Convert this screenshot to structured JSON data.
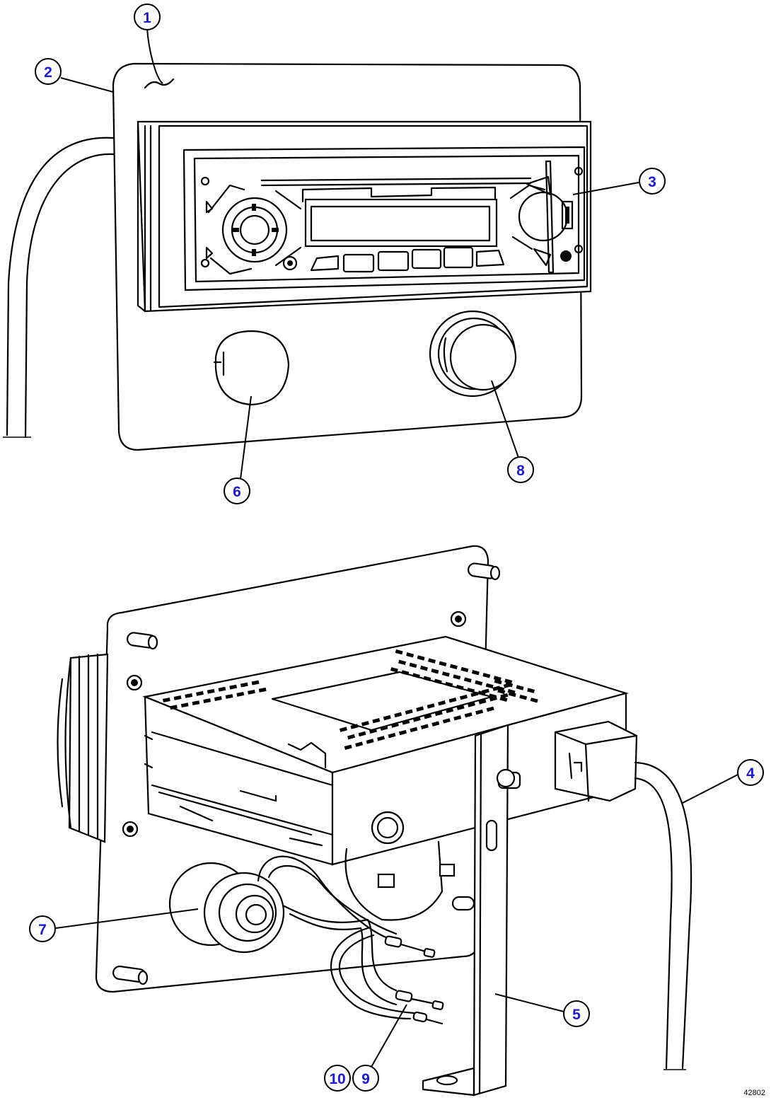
{
  "figure_number": "42802",
  "callouts": [
    {
      "id": "1",
      "label": "1"
    },
    {
      "id": "2",
      "label": "2"
    },
    {
      "id": "3",
      "label": "3"
    },
    {
      "id": "4",
      "label": "4"
    },
    {
      "id": "5",
      "label": "5"
    },
    {
      "id": "6",
      "label": "6"
    },
    {
      "id": "7",
      "label": "7"
    },
    {
      "id": "8",
      "label": "8"
    },
    {
      "id": "9",
      "label": "9"
    },
    {
      "id": "10",
      "label": "10"
    }
  ]
}
